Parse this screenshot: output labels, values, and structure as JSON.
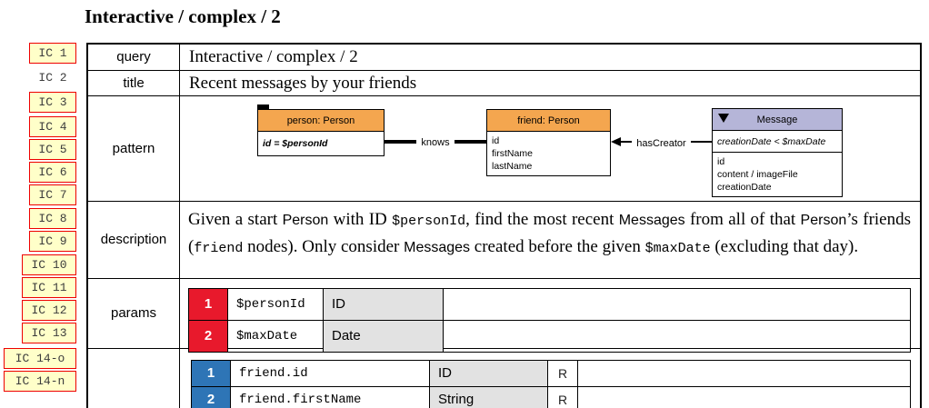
{
  "page_title": "Interactive / complex / 2",
  "colors": {
    "node_header_orange": "#F4A64F",
    "node_header_purple": "#B5B5D8",
    "param_index_red": "#E8192C",
    "result_index_blue": "#2E75B6",
    "type_cell_gray": "#E2E2E2",
    "sidebar_link_fill": "#FFFFC9",
    "sidebar_link_border": "#EE0000"
  },
  "sidebar": {
    "items": [
      {
        "label": "IC 1"
      },
      {
        "label": "IC 2"
      },
      {
        "label": "IC 3"
      },
      {
        "label": "IC 4"
      },
      {
        "label": "IC 5"
      },
      {
        "label": "IC 6"
      },
      {
        "label": "IC 7"
      },
      {
        "label": "IC 8"
      },
      {
        "label": "IC 9"
      },
      {
        "label": "IC 10"
      },
      {
        "label": "IC 11"
      },
      {
        "label": "IC 12"
      },
      {
        "label": "IC 13"
      },
      {
        "label": "IC 14-o"
      },
      {
        "label": "IC 14-n"
      }
    ]
  },
  "table": {
    "rows": {
      "query": {
        "label": "query",
        "value": "Interactive / complex / 2"
      },
      "title": {
        "label": "title",
        "value": "Recent messages by your friends"
      },
      "pattern": {
        "label": "pattern"
      },
      "description": {
        "label": "description",
        "segments": [
          {
            "text": "Given a start ",
            "font": "serif"
          },
          {
            "text": "Person",
            "font": "sans"
          },
          {
            "text": " with ID ",
            "font": "serif"
          },
          {
            "text": "$personId",
            "font": "mono"
          },
          {
            "text": ", find the most recent ",
            "font": "serif"
          },
          {
            "text": "Messages",
            "font": "sans"
          },
          {
            "text": " from all of that ",
            "font": "serif"
          },
          {
            "text": "Person",
            "font": "sans"
          },
          {
            "text": "’s friends (",
            "font": "serif"
          },
          {
            "text": "friend",
            "font": "mono"
          },
          {
            "text": " nodes). Only consider ",
            "font": "serif"
          },
          {
            "text": "Messages",
            "font": "sans"
          },
          {
            "text": " created before the given ",
            "font": "serif"
          },
          {
            "text": "$maxDate",
            "font": "mono"
          },
          {
            "text": " (excluding that day).",
            "font": "serif"
          }
        ]
      },
      "params": {
        "label": "params"
      },
      "result": {
        "label": ""
      }
    }
  },
  "pattern": {
    "person_node": {
      "title": "person: Person",
      "constraint": "id = $personId"
    },
    "friend_node": {
      "title": "friend: Person",
      "fields": [
        "id",
        "firstName",
        "lastName"
      ]
    },
    "message_node": {
      "title": "Message",
      "constraint": "creationDate < $maxDate",
      "fields": [
        "id",
        "content / imageFile",
        "creationDate"
      ]
    },
    "edges": {
      "knows": "knows",
      "has_creator": "hasCreator"
    }
  },
  "params_table": {
    "rows": [
      {
        "num": "1",
        "name": "$personId",
        "type": "ID"
      },
      {
        "num": "2",
        "name": "$maxDate",
        "type": "Date"
      }
    ]
  },
  "result_table": {
    "rows": [
      {
        "num": "1",
        "name": "friend.id",
        "type": "ID",
        "flag": "R"
      },
      {
        "num": "2",
        "name": "friend.firstName",
        "type": "String",
        "flag": "R"
      }
    ]
  }
}
